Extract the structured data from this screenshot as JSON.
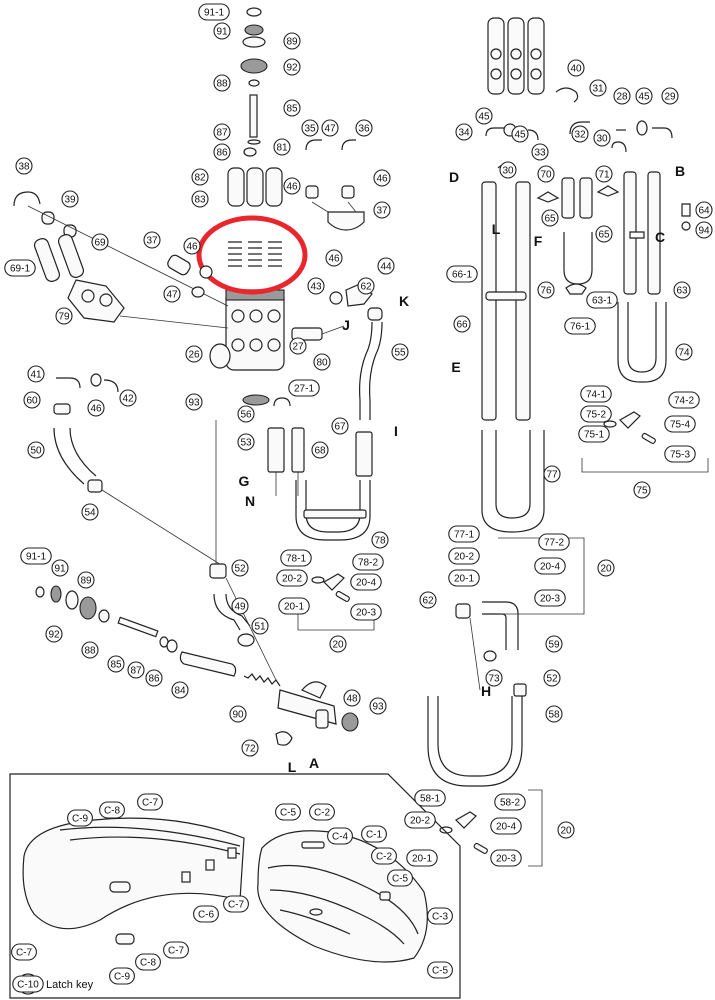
{
  "callouts": {
    "c91_1": "91-1",
    "c91": "91",
    "c89": "89",
    "c92": "92",
    "c88": "88",
    "c85": "85",
    "c87": "87",
    "c86": "86",
    "c81": "81",
    "c82": "82",
    "c83": "83",
    "c38": "38",
    "c39": "39",
    "c69": "69",
    "c69_1": "69-1",
    "c79": "79",
    "c37a": "37",
    "c46a": "46",
    "c47a": "47",
    "c35": "35",
    "c47b": "47",
    "c36": "36",
    "c46b": "46",
    "c46c": "46",
    "c37b": "37",
    "c43": "43",
    "c46d": "46",
    "c44": "44",
    "c62a": "62",
    "c27": "27",
    "c27_1": "27-1",
    "c80": "80",
    "c55": "55",
    "c26": "26",
    "c93a": "93",
    "c41": "41",
    "c46e": "46",
    "c42": "42",
    "c60": "60",
    "c50": "50",
    "c54": "54",
    "c56": "56",
    "c53": "53",
    "c68": "68",
    "c67": "67",
    "c78": "78",
    "c78_1": "78-1",
    "c78_2": "78-2",
    "c20_2a": "20-2",
    "c20_4a": "20-4",
    "c20_1a": "20-1",
    "c20_3a": "20-3",
    "c20a": "20",
    "c52a": "52",
    "c91_1b": "91-1",
    "c91b": "91",
    "c89b": "89",
    "c92b": "92",
    "c88b": "88",
    "c85b": "85",
    "c87b": "87",
    "c86b": "86",
    "c84": "84",
    "c49": "49",
    "c51": "51",
    "c90": "90",
    "c48": "48",
    "c93b": "93",
    "c72": "72",
    "c62b": "62",
    "c73": "73",
    "c59": "59",
    "c52b": "52",
    "c58": "58",
    "c58_1": "58-1",
    "c58_2": "58-2",
    "c20_2b": "20-2",
    "c20_4b": "20-4",
    "c20_1b": "20-1",
    "c20_3b": "20-3",
    "c20b": "20",
    "c40": "40",
    "c45a": "45",
    "c31": "31",
    "c28": "28",
    "c45b": "45",
    "c29": "29",
    "c34": "34",
    "c45c": "45",
    "c32": "32",
    "c33": "33",
    "c30a": "30",
    "c30b": "30",
    "c70": "70",
    "c71": "71",
    "c64": "64",
    "c94": "94",
    "c65a": "65",
    "c65b": "65",
    "c66_1": "66-1",
    "c76": "76",
    "c76_1": "76-1",
    "c63_1": "63-1",
    "c63": "63",
    "c66": "66",
    "c74": "74",
    "c74_1": "74-1",
    "c74_2": "74-2",
    "c75_2": "75-2",
    "c75_4": "75-4",
    "c75_1": "75-1",
    "c75_3": "75-3",
    "c75": "75",
    "c77": "77",
    "c77_1": "77-1",
    "c77_2": "77-2",
    "c20_2c": "20-2",
    "c20_4c": "20-4",
    "c20_1c": "20-1",
    "c20_3c": "20-3",
    "c20c": "20",
    "cC9a": "C-9",
    "cC8a": "C-8",
    "cC7a": "C-7",
    "cC6": "C-6",
    "cC7b": "C-7",
    "cC7c": "C-7",
    "cC8b": "C-8",
    "cC7d": "C-7",
    "cC9b": "C-9",
    "cC10": "C-10",
    "cC5a": "C-5",
    "cC2a": "C-2",
    "cC4": "C-4",
    "cC1": "C-1",
    "cC2b": "C-2",
    "cC5b": "C-5",
    "cC3": "C-3",
    "cC5c": "C-5"
  },
  "letters": {
    "D": "D",
    "L_top": "L",
    "F": "F",
    "B": "B",
    "C": "C",
    "K": "K",
    "J": "J",
    "E": "E",
    "I": "I",
    "G": "G",
    "N": "N",
    "H": "H",
    "A": "A",
    "L_bottom": "L"
  },
  "inset": {
    "latch_key_label": "Latch key"
  },
  "highlight": {
    "color": "#e8262b"
  }
}
